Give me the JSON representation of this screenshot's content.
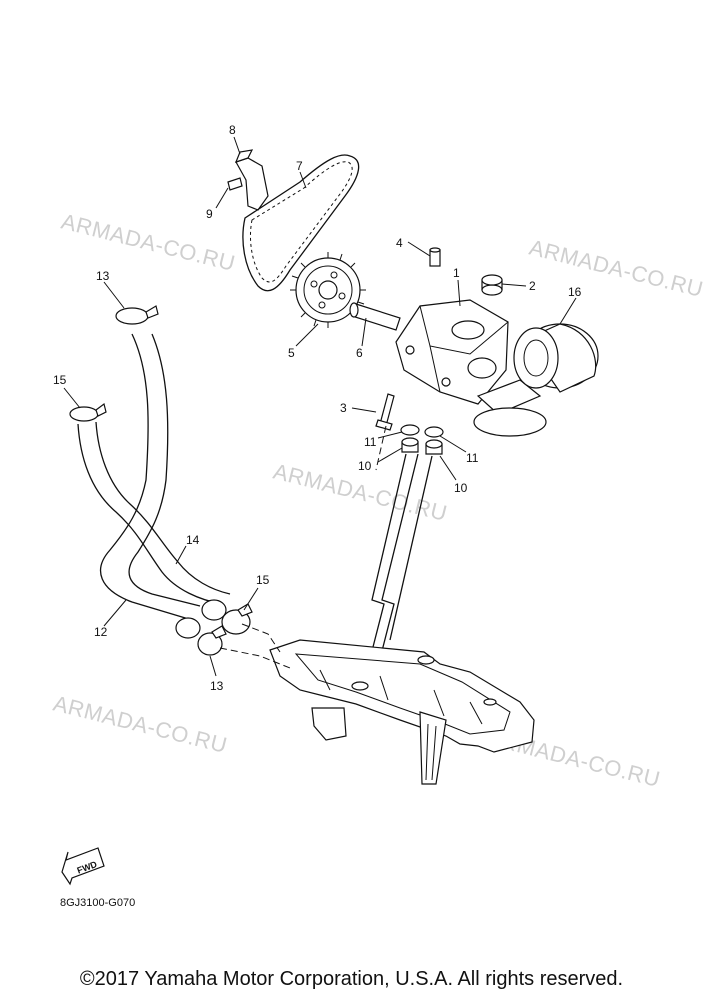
{
  "diagram": {
    "callouts": [
      {
        "id": "c8",
        "label": "8"
      },
      {
        "id": "c7",
        "label": "7"
      },
      {
        "id": "c9",
        "label": "9"
      },
      {
        "id": "c4",
        "label": "4"
      },
      {
        "id": "c1",
        "label": "1"
      },
      {
        "id": "c2",
        "label": "2"
      },
      {
        "id": "c16",
        "label": "16"
      },
      {
        "id": "c13a",
        "label": "13"
      },
      {
        "id": "c5",
        "label": "5"
      },
      {
        "id": "c6",
        "label": "6"
      },
      {
        "id": "c15a",
        "label": "15"
      },
      {
        "id": "c3",
        "label": "3"
      },
      {
        "id": "c11a",
        "label": "11"
      },
      {
        "id": "c11b",
        "label": "11"
      },
      {
        "id": "c10a",
        "label": "10"
      },
      {
        "id": "c10b",
        "label": "10"
      },
      {
        "id": "c14",
        "label": "14"
      },
      {
        "id": "c15b",
        "label": "15"
      },
      {
        "id": "c12",
        "label": "12"
      },
      {
        "id": "c13b",
        "label": "13"
      }
    ],
    "watermark": "ARMADA-CO.RU",
    "fwd_label": "FWD",
    "drawing_code": "8GJ3100-G070"
  },
  "footer": {
    "copyright": "©2017 Yamaha Motor Corporation, U.S.A. All rights reserved."
  }
}
